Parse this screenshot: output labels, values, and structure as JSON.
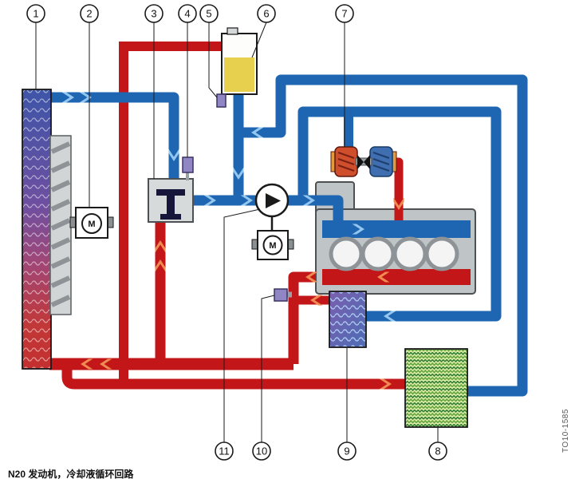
{
  "caption": "N20 发动机，冷却液循环回路",
  "watermark": "TO10-1585",
  "labels": {
    "fan_motor": "M",
    "pump_motor": "M"
  },
  "callouts": {
    "top": [
      {
        "label": "1"
      },
      {
        "label": "2"
      },
      {
        "label": "3"
      },
      {
        "label": "4"
      },
      {
        "label": "5"
      },
      {
        "label": "6"
      },
      {
        "label": "7"
      }
    ],
    "bottom": [
      {
        "label": "11"
      },
      {
        "label": "10"
      },
      {
        "label": "9"
      },
      {
        "label": "8"
      }
    ]
  },
  "colors": {
    "cold": "#1f66b2",
    "cold_arrow": "#93c7ef",
    "hot": "#c31619",
    "hot_arrow": "#ef8a50",
    "tank_yellow": "#e8d04f",
    "sensor_purple": "#9186c4",
    "metal_gray": "#bfc4c6"
  }
}
